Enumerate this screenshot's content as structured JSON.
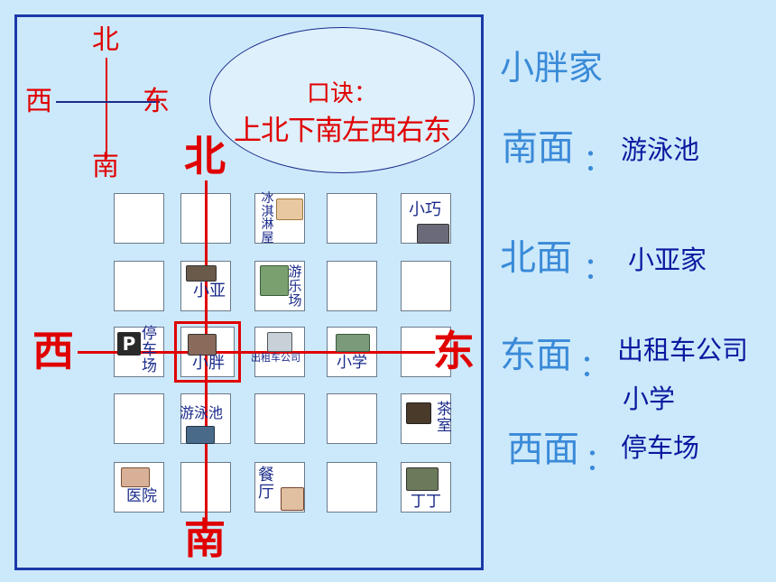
{
  "compass_small": {
    "north": "北",
    "south": "南",
    "west": "西",
    "east": "东"
  },
  "mnemonic": {
    "title": "口诀：",
    "text": "上北下南左西右东"
  },
  "axis": {
    "north": "北",
    "south": "南",
    "west": "西",
    "east": "东"
  },
  "places": {
    "icecream": "冰淇淋屋",
    "xiaoqiao": "小巧",
    "xiaoya": "小亚",
    "playground": "游乐场",
    "parking": "停车场",
    "xiaopang": "小胖",
    "taxi": "出租车公司",
    "school": "小学",
    "pool": "游泳池",
    "tea": "茶室",
    "hospital": "医院",
    "restaurant": "餐厅",
    "dingding": "丁丁"
  },
  "answers": {
    "home": "小胖家",
    "south_label": "南面",
    "south_value": "游泳池",
    "north_label": "北面",
    "north_value": "小亚家",
    "east_label": "东面",
    "east_value_1": "出租车公司",
    "east_value_2": "小学",
    "west_label": "西面",
    "west_value": "停车场"
  },
  "colors": {
    "background": "#cce9fb",
    "frame": "#1a3aa8",
    "red": "#e00000",
    "answer_heading": "#3a8ad8",
    "answer_value": "#0a1aa0"
  }
}
